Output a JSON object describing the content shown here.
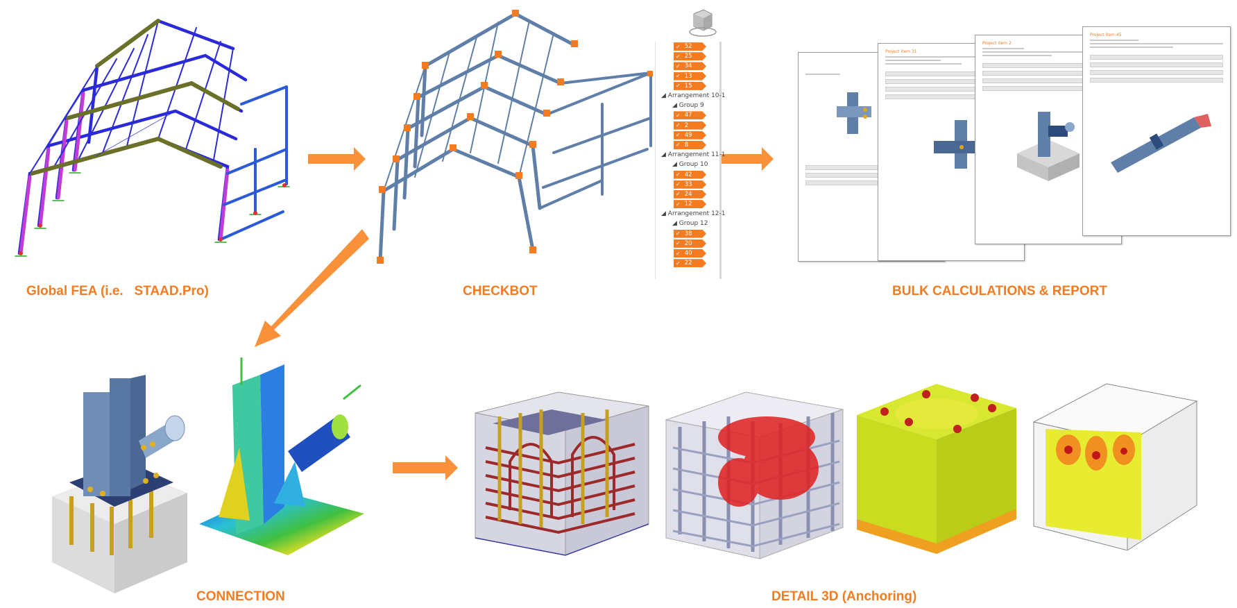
{
  "stages": {
    "global_fea": "Global FEA (i.e.   STAAD.Pro)",
    "checkbot": "CHECKBOT",
    "bulk": "BULK CALCULATIONS & REPORT",
    "connection": "CONNECTION",
    "detail": "DETAIL 3D (Anchoring)"
  },
  "checkbot_tree": {
    "top_items": [
      "52",
      "25",
      "34",
      "13",
      "15"
    ],
    "arrangements": [
      {
        "label": "Arrangement 10-1",
        "group": "Group 9",
        "items": [
          "47",
          "2",
          "49",
          "8"
        ]
      },
      {
        "label": "Arrangement 11-1",
        "group": "Group 10",
        "items": [
          "42",
          "33",
          "24",
          "12"
        ]
      },
      {
        "label": "Arrangement 12-1",
        "group": "Group 12",
        "items": [
          "38",
          "20",
          "40",
          "22"
        ]
      }
    ]
  },
  "reports": {
    "titles": [
      "Project item 31",
      "Project item 2",
      "Project item 45"
    ]
  },
  "colors": {
    "accent": "#f47b20",
    "steel": "#5f7fa8",
    "frame_blue": "#2a2ad8",
    "frame_magenta": "#c23bd6"
  }
}
